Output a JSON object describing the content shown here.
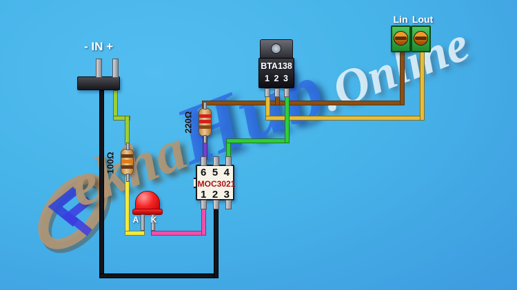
{
  "background": {
    "gradient_top_left": "#48b6ea",
    "gradient_bottom_right": "#3d9adf"
  },
  "watermark": {
    "logo": "s-lightning-swirl",
    "part_tan": "ekha",
    "part_blue": "Hub",
    "part_light": ".Online",
    "color_tan": "#b29674",
    "color_blue": "#2f6ce0",
    "color_light": "#e9f4fb"
  },
  "connector": {
    "label": "- IN +"
  },
  "resistors": {
    "r1_label": "100Ω",
    "r2_label": "220Ω"
  },
  "led": {
    "anode_label": "A",
    "cathode_label": "K",
    "color": "#e81818"
  },
  "optocoupler": {
    "part_number": "MOC3021",
    "pins_top": [
      "6",
      "5",
      "4"
    ],
    "pins_bottom": [
      "1",
      "2",
      "3"
    ]
  },
  "triac": {
    "part_number": "BTA138",
    "pin_labels": [
      "1",
      "2",
      "3"
    ]
  },
  "terminal_block": {
    "label_left": "Lin",
    "label_right": "Lout"
  },
  "wire_colors": {
    "dc_negative_black": "#14141a",
    "dc_positive_lime": "#9ccf35",
    "led_anode_yellow": "#f2e93e",
    "led_cathode_pink": "#ee50ae",
    "pin6_purple": "#7340cb",
    "gate_green": "#2ecd3a",
    "line_brown": "#8c4f12",
    "load_gold": "#e6be37"
  }
}
